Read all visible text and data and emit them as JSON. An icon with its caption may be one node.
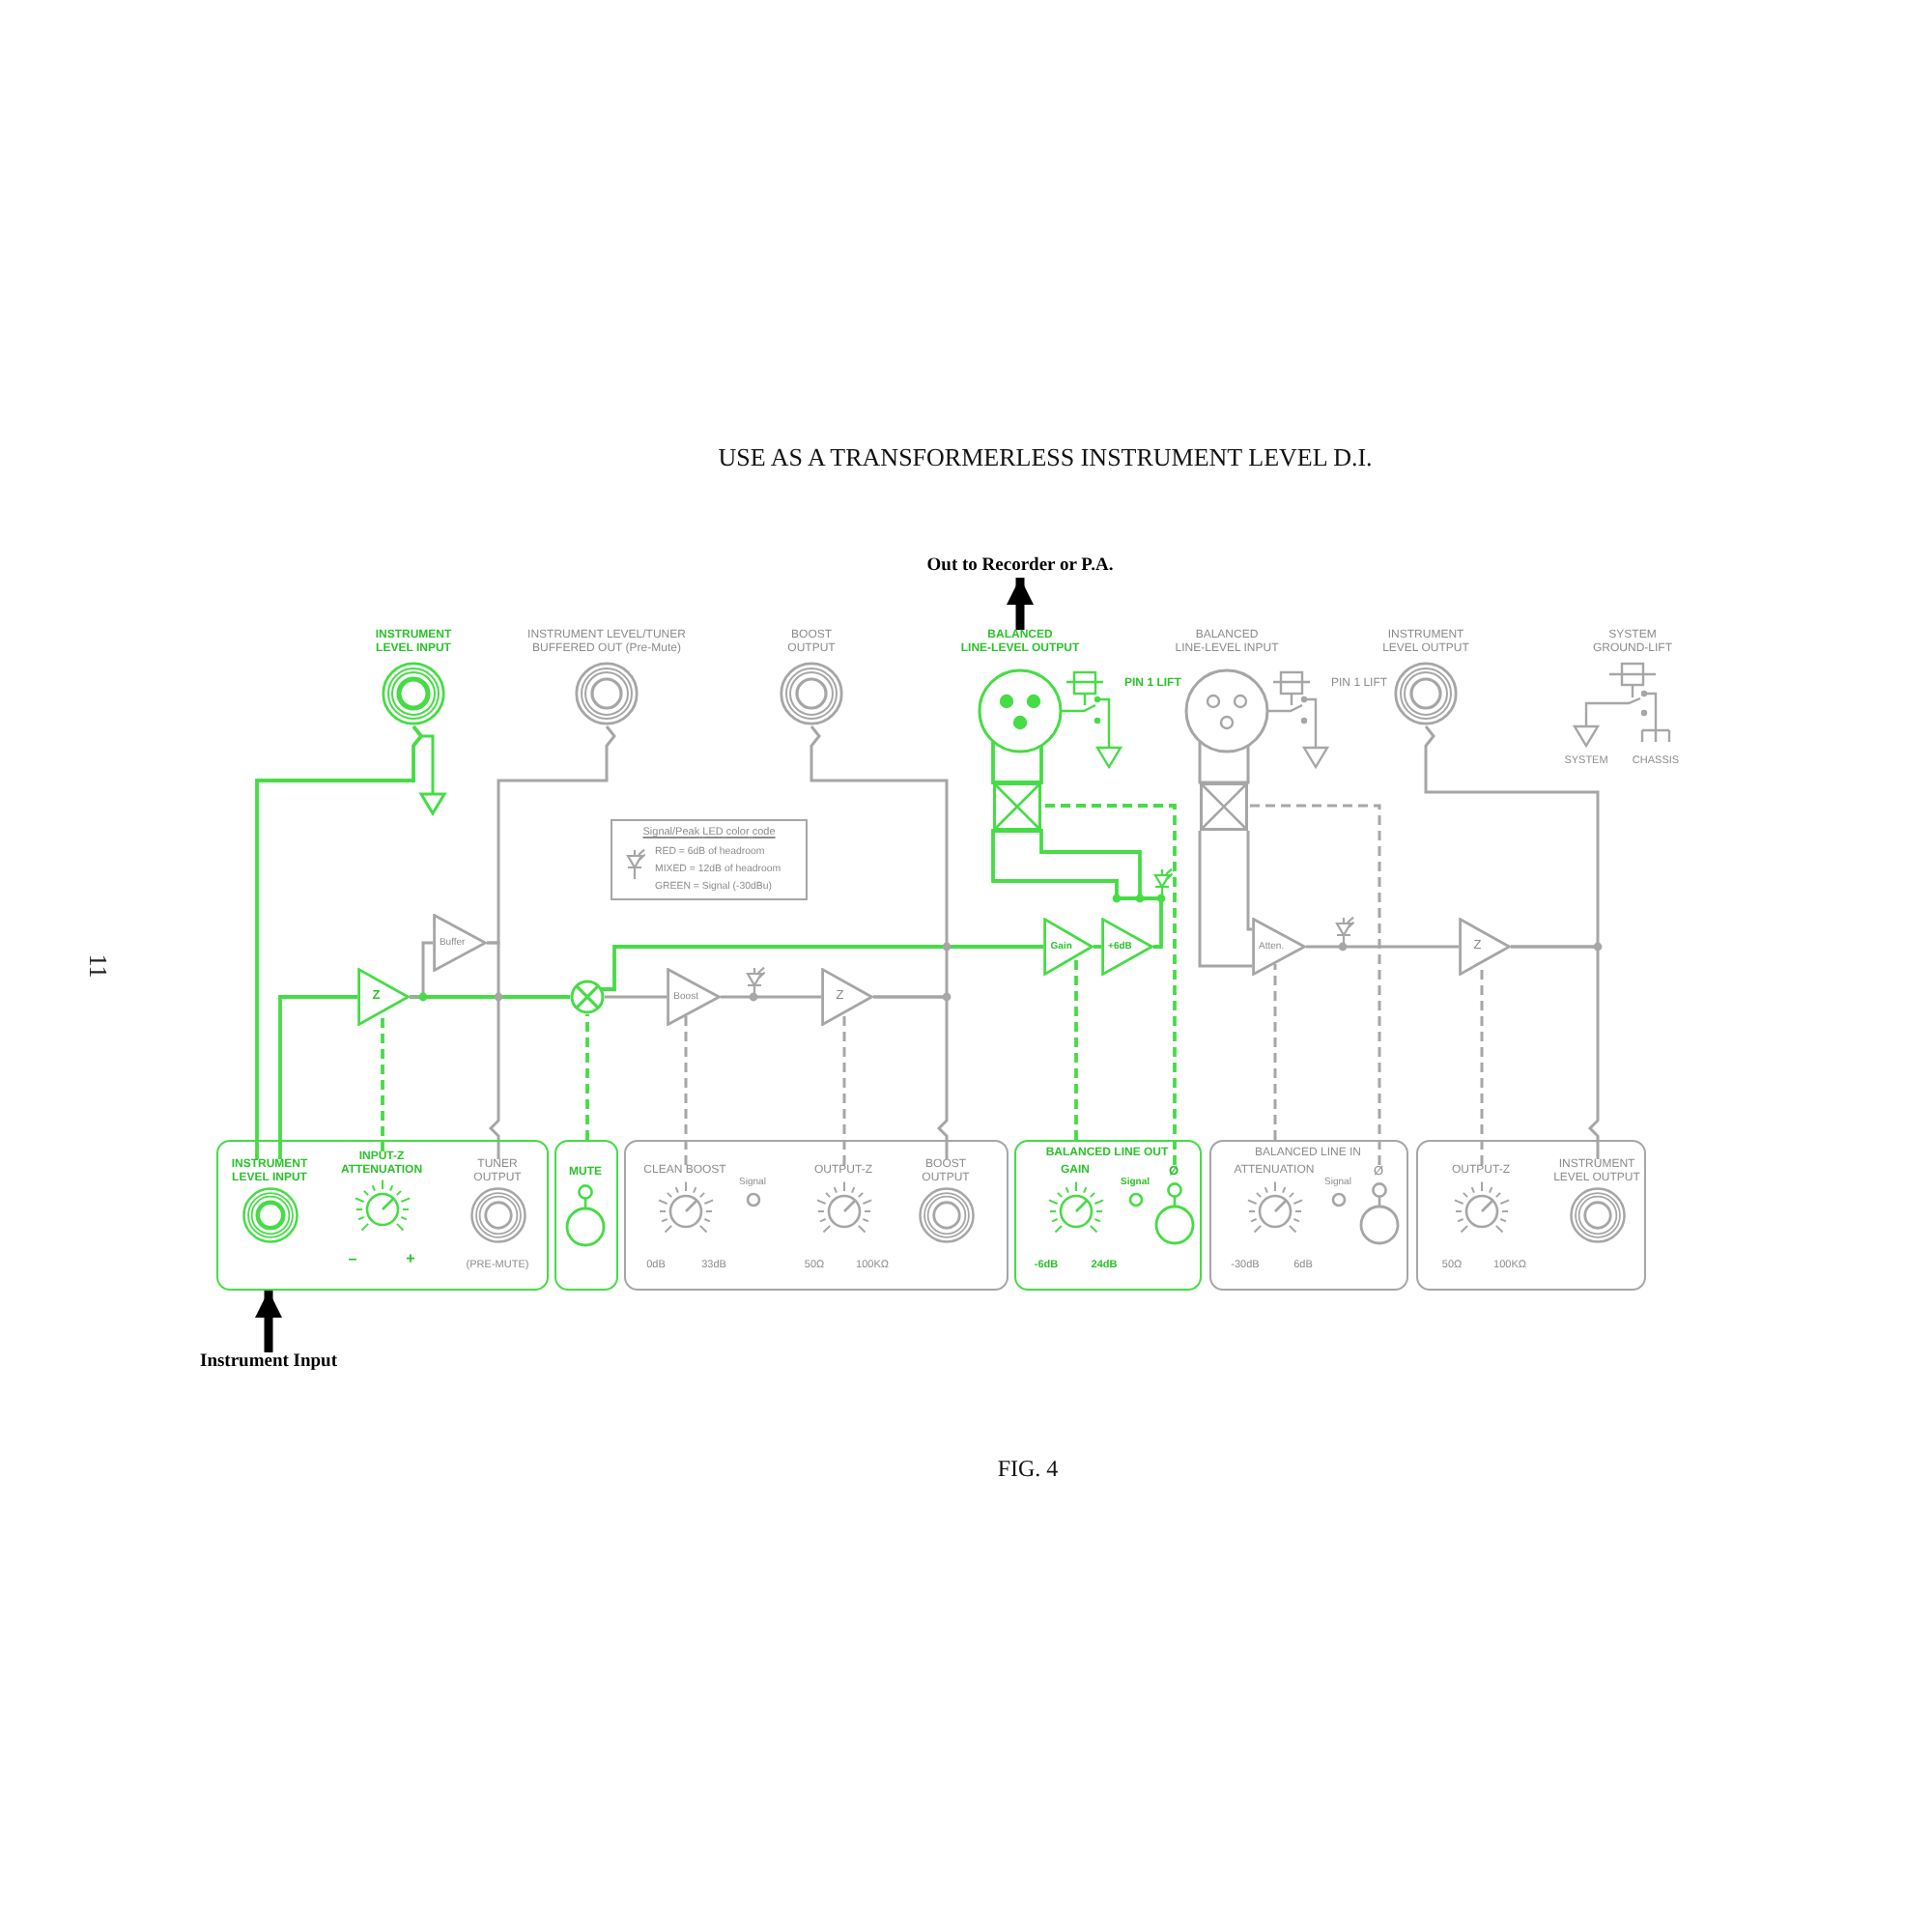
{
  "diagram": {
    "title": "USE AS A TRANSFORMERLESS INSTRUMENT LEVEL D.I.",
    "caption": "FIG. 4",
    "nodes": [
      {
        "text": [
          "Out to Recorder or P.A."
        ]
      },
      {
        "text": [
          "INSTRUMENT LEVEL INPUT"
        ]
      },
      {
        "text": [
          "INSTRUMENT LEVEL/TUNER BUFFERED OUT (Pre-Mute)"
        ]
      },
      {
        "text": [
          "BOOST OUTPUT"
        ]
      },
      {
        "text": [
          "BALANCED LINE-LEVEL OUTPUT"
        ]
      },
      {
        "text": [
          "BALANCED LINE-LEVEL INPUT"
        ]
      },
      {
        "text": [
          "INSTRUMENT LEVEL OUTPUT"
        ]
      },
      {
        "text": [
          "SYSTEM GROUND-LIFT"
        ]
      },
      {
        "text": [],
        "shape": "box"
      },
      {
        "text": [],
        "shape": "box"
      },
      {
        "text": [
          "Signal/Peak LED color code",
          "RED = 6dB of headroom",
          "MIXED = 12dB of headroom",
          "GREEN = Signal (-30dBu)"
        ]
      },
      {
        "text": [
          "Buffer"
        ]
      },
      {
        "text": [
          "Gain"
        ]
      },
      {
        "text": [
          "+6dB"
        ]
      },
      {
        "text": [
          "Atten."
        ]
      },
      {
        "text": [
          "Z"
        ]
      },
      {
        "text": [],
        "shape": "circle"
      },
      {
        "text": [
          "Boost"
        ]
      },
      {
        "text": [
          "Z"
        ]
      },
      {
        "text": [
          "Z"
        ]
      },
      {
        "text": [],
        "shape": "box"
      },
      {
        "text": [
          "INSTRUMENT LEVEL INPUT"
        ],
        "in": 20
      },
      {
        "text": [
          "INPUT-Z ATTENUATION"
        ],
        "in": 20,
        "beside": [
          "–",
          "+"
        ]
      },
      {
        "text": [
          "TUNER OUTPUT"
        ],
        "in": 20,
        "beside": [
          "(PRE-MUTE)"
        ]
      },
      {
        "text": [
          "MUTE"
        ]
      },
      {
        "text": [],
        "shape": "box"
      },
      {
        "text": [
          "CLEAN BOOST"
        ],
        "in": 25,
        "beside": [
          "0dB",
          "33dB"
        ]
      },
      {
        "text": [
          "Signal"
        ],
        "in": 25
      },
      {
        "text": [
          "OUTPUT-Z"
        ],
        "in": 25,
        "beside": [
          "50Ω",
          "100KΩ"
        ]
      },
      {
        "text": [
          "BOOST OUTPUT"
        ],
        "in": 25
      },
      {
        "text": [
          "BALANCED LINE OUT"
        ]
      },
      {
        "text": [
          "GAIN"
        ],
        "in": 30,
        "beside": [
          "-6dB",
          "24dB"
        ]
      },
      {
        "text": [
          "Signal"
        ],
        "in": 30
      },
      {
        "text": [
          "Ø"
        ],
        "in": 30
      },
      {
        "text": [
          "BALANCED LINE IN"
        ]
      },
      {
        "text": [
          "ATTENUATION"
        ],
        "in": 34,
        "beside": [
          "-30dB",
          "6dB"
        ]
      },
      {
        "text": [
          "Signal"
        ],
        "in": 34
      },
      {
        "text": [
          "Ø"
        ],
        "in": 34
      },
      {
        "text": [],
        "shape": "box"
      },
      {
        "text": [
          "OUTPUT-Z"
        ],
        "in": 38,
        "beside": [
          "50Ω",
          "100KΩ"
        ]
      },
      {
        "text": [
          "INSTRUMENT LEVEL OUTPUT"
        ],
        "in": 38
      },
      {
        "text": [
          "Instrument Input"
        ]
      }
    ],
    "edges": [
      {
        "from": 4,
        "to": 0,
        "arrow": "to",
        "style": "thick",
        "color": "#000000"
      },
      {
        "from": 41,
        "to": 20,
        "arrow": "to",
        "style": "thick",
        "color": "#000000"
      },
      {
        "from": 1,
        "to": 21,
        "arrow": "none",
        "color": "#46dc46"
      },
      {
        "from": 21,
        "to": 15,
        "arrow": "none",
        "color": "#46dc46"
      },
      {
        "from": 15,
        "to": 16,
        "arrow": "none",
        "color": "#46dc46"
      },
      {
        "from": 15,
        "to": 11,
        "arrow": "none"
      },
      {
        "from": 11,
        "to": 2,
        "arrow": "none"
      },
      {
        "from": 11,
        "to": 23,
        "arrow": "none"
      },
      {
        "from": 16,
        "to": 17,
        "arrow": "none"
      },
      {
        "from": 16,
        "to": 12,
        "arrow": "none",
        "color": "#46dc46"
      },
      {
        "from": 17,
        "to": 18,
        "arrow": "none"
      },
      {
        "from": 18,
        "to": 3,
        "arrow": "none"
      },
      {
        "from": 18,
        "to": 29,
        "arrow": "none"
      },
      {
        "from": 12,
        "to": 13,
        "arrow": "none",
        "color": "#46dc46"
      },
      {
        "from": 13,
        "to": 8,
        "arrow": "none",
        "color": "#46dc46"
      },
      {
        "from": 8,
        "to": 4,
        "arrow": "none",
        "color": "#46dc46"
      },
      {
        "from": 5,
        "to": 9,
        "arrow": "none"
      },
      {
        "from": 9,
        "to": 14,
        "arrow": "none"
      },
      {
        "from": 14,
        "to": 19,
        "arrow": "none"
      },
      {
        "from": 19,
        "to": 6,
        "arrow": "none"
      },
      {
        "from": 19,
        "to": 40,
        "arrow": "none"
      },
      {
        "from": 22,
        "to": 15,
        "arrow": "none",
        "style": "dashed",
        "color": "#46dc46"
      },
      {
        "from": 24,
        "to": 16,
        "arrow": "none",
        "style": "dashed",
        "color": "#46dc46"
      },
      {
        "from": 26,
        "to": 17,
        "arrow": "none",
        "style": "dashed"
      },
      {
        "from": 28,
        "to": 18,
        "arrow": "none",
        "style": "dashed"
      },
      {
        "from": 31,
        "to": 12,
        "arrow": "none",
        "style": "dashed",
        "color": "#46dc46"
      },
      {
        "from": 33,
        "to": 8,
        "arrow": "none",
        "style": "dashed",
        "color": "#46dc46"
      },
      {
        "from": 35,
        "to": 14,
        "arrow": "none",
        "style": "dashed"
      },
      {
        "from": 37,
        "to": 9,
        "arrow": "none",
        "style": "dashed"
      },
      {
        "from": 39,
        "to": 19,
        "arrow": "none",
        "style": "dashed"
      }
    ],
    "labels": [
      "PIN 1 LIFT",
      "PIN 1 LIFT",
      "SYSTEM",
      "CHASSIS",
      "11"
    ]
  }
}
